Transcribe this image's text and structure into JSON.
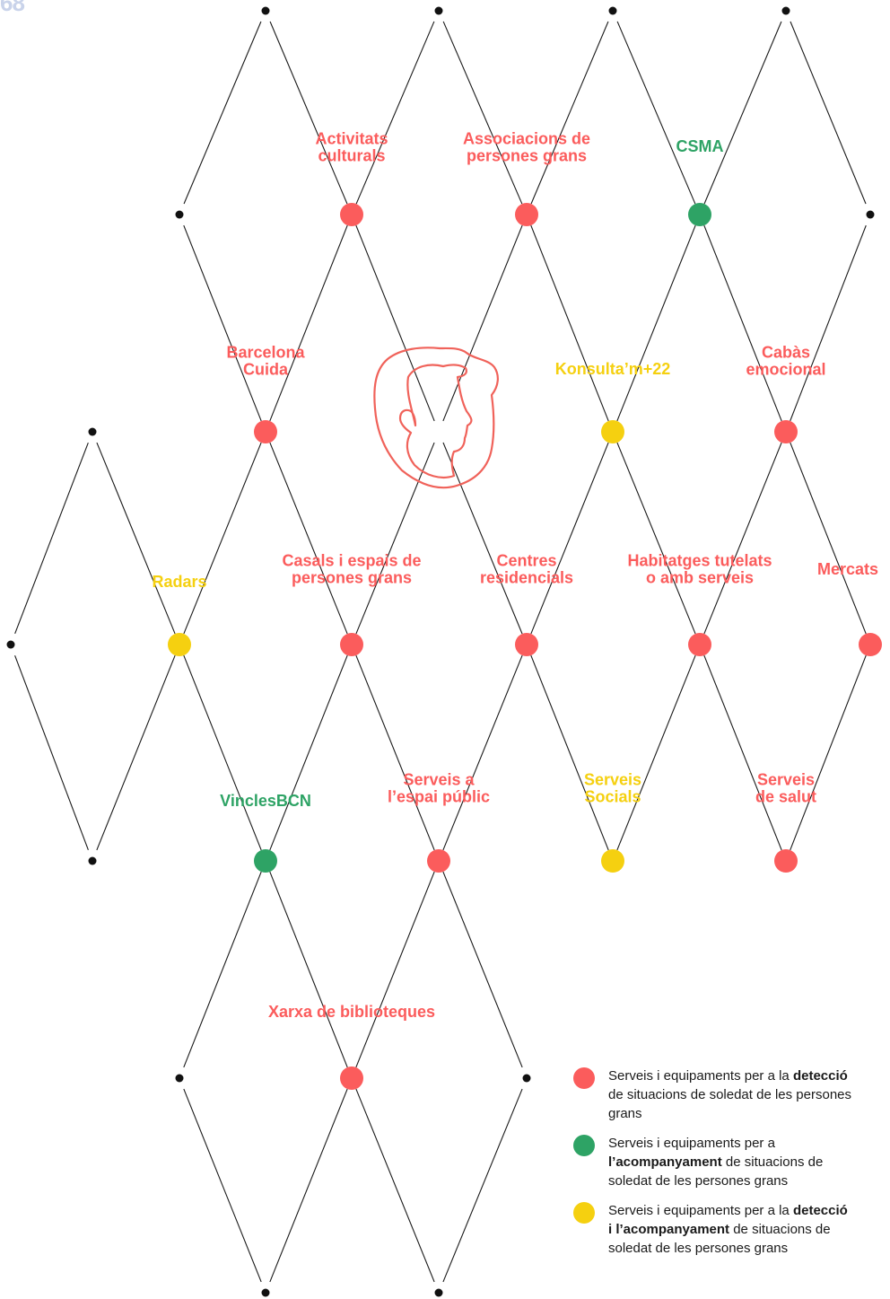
{
  "page_number": "68",
  "colors": {
    "detection": "#fb5c5c",
    "accompaniment": "#2ea365",
    "both": "#f5d010",
    "line": "#1a1a1a",
    "head_outline": "#f0625a"
  },
  "nodes": [
    {
      "id": "activitats",
      "lines": [
        "Activitats",
        "culturals"
      ],
      "type": "detection"
    },
    {
      "id": "associacions",
      "lines": [
        "Associacions de",
        "persones grans"
      ],
      "type": "detection"
    },
    {
      "id": "csma",
      "lines": [
        "CSMA"
      ],
      "type": "accompaniment"
    },
    {
      "id": "barcelona-cuida",
      "lines": [
        "Barcelona",
        "Cuida"
      ],
      "type": "detection"
    },
    {
      "id": "konsulta",
      "lines": [
        "Konsulta’m+22"
      ],
      "type": "both"
    },
    {
      "id": "cabas",
      "lines": [
        "Cabàs",
        "emocional"
      ],
      "type": "detection"
    },
    {
      "id": "radars",
      "lines": [
        "Radars"
      ],
      "type": "both"
    },
    {
      "id": "casals",
      "lines": [
        "Casals i espais de",
        "persones grans"
      ],
      "type": "detection"
    },
    {
      "id": "centres",
      "lines": [
        "Centres",
        "residencials"
      ],
      "type": "detection"
    },
    {
      "id": "habitatges",
      "lines": [
        "Habitatges tutelats",
        "o amb serveis"
      ],
      "type": "detection"
    },
    {
      "id": "mercats",
      "lines": [
        "Mercats"
      ],
      "type": "detection"
    },
    {
      "id": "vincles",
      "lines": [
        "VinclesBCN"
      ],
      "type": "accompaniment"
    },
    {
      "id": "serveis-espai",
      "lines": [
        "Serveis a",
        "l’espai públic"
      ],
      "type": "detection"
    },
    {
      "id": "serveis-socials",
      "lines": [
        "Serveis",
        "Socials"
      ],
      "type": "both"
    },
    {
      "id": "serveis-salut",
      "lines": [
        "Serveis",
        "de salut"
      ],
      "type": "detection"
    },
    {
      "id": "xarxa",
      "lines": [
        "Xarxa de biblioteques"
      ],
      "type": "detection"
    }
  ],
  "legend": [
    {
      "type": "detection",
      "segments": [
        {
          "text": "Serveis i equipaments per a la ",
          "bold": false
        },
        {
          "text": "detecció",
          "bold": true
        },
        {
          "text": "\nde situacions de soledat de les persones\ngrans",
          "bold": false
        }
      ]
    },
    {
      "type": "accompaniment",
      "segments": [
        {
          "text": "Serveis i equipaments per a\n",
          "bold": false
        },
        {
          "text": "l’acompanyament",
          "bold": true
        },
        {
          "text": " de situacions de\nsoledat de les persones grans",
          "bold": false
        }
      ]
    },
    {
      "type": "both",
      "segments": [
        {
          "text": "Serveis i equipaments per a la ",
          "bold": false
        },
        {
          "text": "detecció\ni l’acompanyament",
          "bold": true
        },
        {
          "text": " de situacions de\nsoledat de les persones grans",
          "bold": false
        }
      ]
    }
  ]
}
